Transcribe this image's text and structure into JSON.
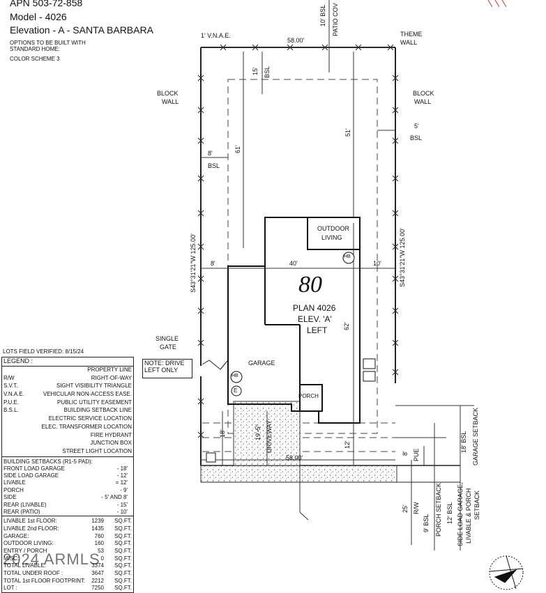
{
  "header": {
    "apn": "APN 503-72-858",
    "model": "Model - 4026",
    "elevation": "Elevation - A - SANTA BARBARA",
    "options_1": "OPTIONS TO BE BUILT WITH",
    "options_2": "STANDARD HOME:",
    "color_scheme": "COLOR SCHEME 3"
  },
  "plan": {
    "lot_number": "80",
    "plan_name": "PLAN 4026",
    "elevation": "ELEV. 'A'",
    "side": "LEFT",
    "outdoor_1": "OUTDOOR",
    "outdoor_2": "LIVING",
    "garage": "GARAGE",
    "porch": "PORCH",
    "driveway": "DRIVEWAY",
    "hb": "HB",
    "e": "E"
  },
  "labels": {
    "vnae": "1' V.N.A.E.",
    "theme_1": "THEME",
    "theme_2": "WALL",
    "block_1": "BLOCK",
    "block_2": "WALL",
    "bsl": "BSL",
    "single_1": "SINGLE",
    "single_2": "GATE",
    "note_1": "NOTE: DRIVE",
    "note_2": "LEFT ONLY",
    "bsl_10": "10' BSL",
    "patio": "PATIO COV",
    "bearing": "S43°31'21\"W 125.00'",
    "pue": "PUE",
    "rw": "R/W",
    "bsl_9": "9' BSL",
    "porch_setback": "PORCH SETBACK",
    "bsl_12": "12' BSL",
    "bsl_18": "18' BSL",
    "garage_setback": "GARAGE SETBACK",
    "sl_1": "SIDE LOAD GARAGE,",
    "sl_2": "LIVABLE & PORCH",
    "sl_3": "SETBACK",
    "watermark": "2024 ARMLS"
  },
  "dims": {
    "top": "58.00'",
    "bottom": "58.00'",
    "d15": "15'",
    "d5": "5'",
    "d8": "8'",
    "d61": "61'",
    "d51": "51'",
    "d40": "40'",
    "d10": "10'",
    "d62": "62'",
    "d18": "18'",
    "d19_5": "19'-5\"",
    "d12": "12'",
    "d25": "25'",
    "d8b": "8'"
  },
  "legend": {
    "verified": "LOTS FIELD VERIFIED: 8/15/24",
    "title": "LEGEND :",
    "items": [
      {
        "sym": "",
        "desc": "PROPERTY LINE"
      },
      {
        "sym": "R/W",
        "desc": "RIGHT-OF-WAY"
      },
      {
        "sym": "S.V.T.",
        "desc": "SIGHT VISIBILITY TRIANGLE"
      },
      {
        "sym": "V.N.A.E.",
        "desc": "VEHICULAR NON-ACCESS EASE."
      },
      {
        "sym": "P.U.E.",
        "desc": "PUBLIC UTILITY EASEMENT"
      },
      {
        "sym": "B.S.L.",
        "desc": "BUILDING SETBACK LINE"
      },
      {
        "sym": "",
        "desc": "ELECTRIC SERVICE LOCATION"
      },
      {
        "sym": "",
        "desc": "ELEC. TRANSFORMER LOCATION"
      },
      {
        "sym": "",
        "desc": "FIRE HYDRANT"
      },
      {
        "sym": "",
        "desc": "JUNCTION BOX"
      },
      {
        "sym": "",
        "desc": "STREET LIGHT LOCATION"
      }
    ],
    "setbacks_title": "BUILDING SETBACKS (R1-5 PAD):",
    "setbacks": [
      {
        "k": "FRONT LOAD GARAGE",
        "v": "- 18'"
      },
      {
        "k": "SIDE LOAD GARAGE",
        "v": "- 12'"
      },
      {
        "k": "LIVABLE",
        "v": "= 12'"
      },
      {
        "k": "PORCH",
        "v": "- 9'"
      },
      {
        "k": "SIDE",
        "v": "- 5' AND 8'"
      },
      {
        "k": "REAR (LIVABLE)",
        "v": "- 15'"
      },
      {
        "k": "REAR (PATIO)",
        "v": "- 10'"
      }
    ],
    "stats": [
      {
        "k": "LIVABLE 1st FLOOR:",
        "v": "1239",
        "u": "SQ.FT."
      },
      {
        "k": "LIVABLE 2nd FLOOR:",
        "v": "1435",
        "u": "SQ.FT."
      },
      {
        "k": "GARAGE:",
        "v": "760",
        "u": "SQ.FT."
      },
      {
        "k": "OUTDOOR LIVING:",
        "v": "160",
        "u": "SQ.FT."
      },
      {
        "k": "ENTRY / PORCH",
        "v": "53",
        "u": "SQ.FT."
      },
      {
        "k": "MISC:",
        "v": "0",
        "u": "SQ.FT."
      },
      {
        "k": "TOTAL LIVABLE:",
        "v": "3374",
        "u": "SQ.FT."
      },
      {
        "k": "TOTAL UNDER ROOF :",
        "v": "3647",
        "u": "SQ.FT."
      },
      {
        "k": "TOTAL 1st FLOOR FOOTPRINT:",
        "v": "2212",
        "u": "SQ.FT."
      },
      {
        "k": "LOT :",
        "v": "7250",
        "u": "SQ.FT."
      }
    ]
  }
}
